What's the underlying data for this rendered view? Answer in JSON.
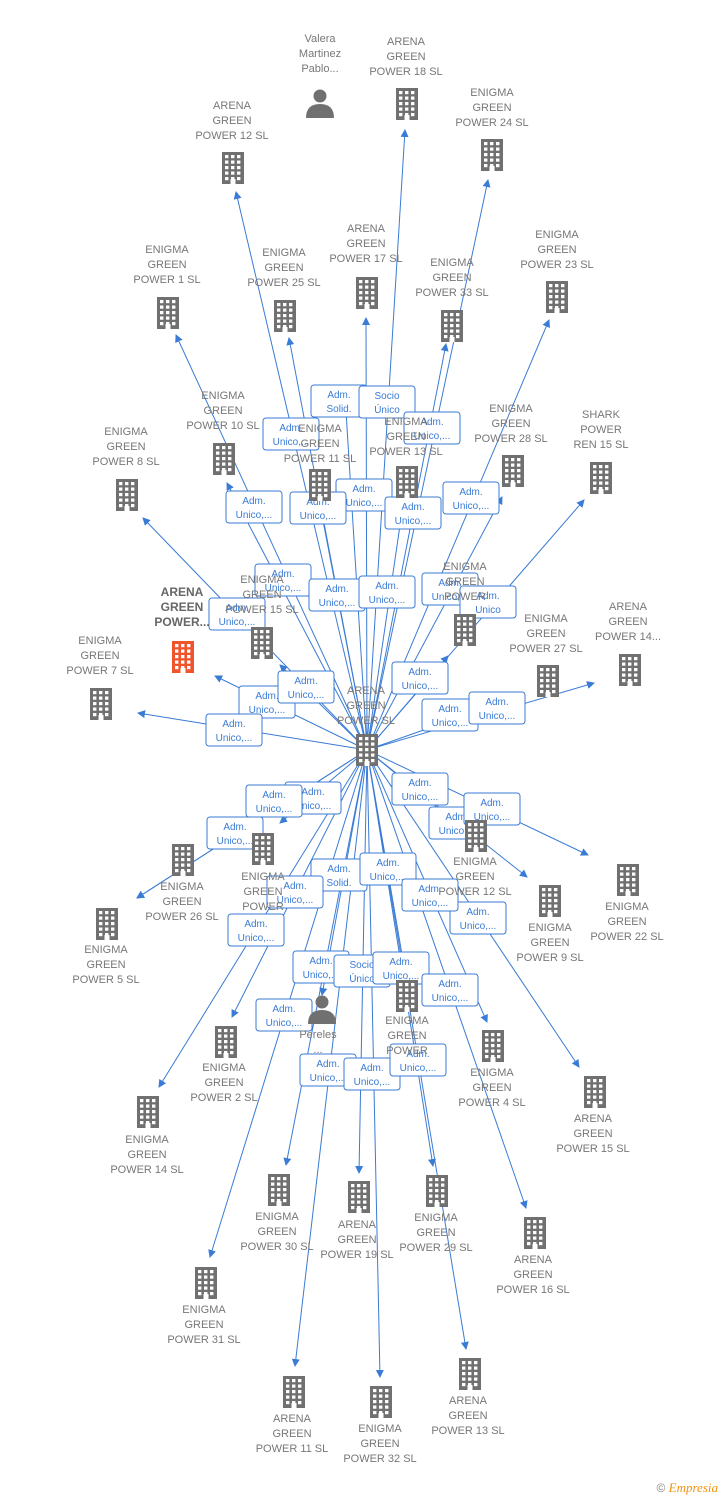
{
  "colors": {
    "edge": "#3a7bd5",
    "node": "#707070",
    "highlight": "#f0542a"
  },
  "center": {
    "label": [
      "ARENA",
      "GREEN",
      "POWER  SL"
    ]
  },
  "nodes": [
    {
      "id": "n-valera",
      "type": "person",
      "label": [
        "Valera",
        "Martinez",
        "Pablo..."
      ]
    },
    {
      "id": "n-ag18",
      "type": "company",
      "label": [
        "ARENA",
        "GREEN",
        "POWER 18  SL"
      ]
    },
    {
      "id": "n-eg24",
      "type": "company",
      "label": [
        "ENIGMA",
        "GREEN",
        "POWER 24  SL"
      ]
    },
    {
      "id": "n-ag12",
      "type": "company",
      "label": [
        "ARENA",
        "GREEN",
        "POWER 12  SL"
      ]
    },
    {
      "id": "n-ag17",
      "type": "company",
      "label": [
        "ARENA",
        "GREEN",
        "POWER 17  SL"
      ]
    },
    {
      "id": "n-eg23",
      "type": "company",
      "label": [
        "ENIGMA",
        "GREEN",
        "POWER 23  SL"
      ]
    },
    {
      "id": "n-eg1",
      "type": "company",
      "label": [
        "ENIGMA",
        "GREEN",
        "POWER 1  SL"
      ]
    },
    {
      "id": "n-eg25",
      "type": "company",
      "label": [
        "ENIGMA",
        "GREEN",
        "POWER 25  SL"
      ]
    },
    {
      "id": "n-eg33",
      "type": "company",
      "label": [
        "ENIGMA",
        "GREEN",
        "POWER 33  SL"
      ]
    },
    {
      "id": "n-eg10",
      "type": "company",
      "label": [
        "ENIGMA",
        "GREEN",
        "POWER 10  SL"
      ]
    },
    {
      "id": "n-eg11",
      "type": "company",
      "label": [
        "ENIGMA",
        "GREEN",
        "POWER 11  SL"
      ]
    },
    {
      "id": "n-eg13",
      "type": "company",
      "label": [
        "ENIGMA",
        "GREEN",
        "POWER 13  SL"
      ]
    },
    {
      "id": "n-eg28",
      "type": "company",
      "label": [
        "ENIGMA",
        "GREEN",
        "POWER 28  SL"
      ]
    },
    {
      "id": "n-shark",
      "type": "company",
      "label": [
        "SHARK",
        "POWER",
        "REN 15  SL"
      ]
    },
    {
      "id": "n-eg8",
      "type": "company",
      "label": [
        "ENIGMA",
        "GREEN",
        "POWER 8  SL"
      ]
    },
    {
      "id": "n-agpower",
      "type": "company",
      "highlight": true,
      "label": [
        "ARENA",
        "GREEN",
        "POWER..."
      ]
    },
    {
      "id": "n-eg15",
      "type": "company",
      "label": [
        "ENIGMA",
        "GREEN",
        "POWER 15  SL"
      ]
    },
    {
      "id": "n-eg-r",
      "type": "company",
      "label": [
        "ENIGMA",
        "GREEN",
        "POWER"
      ]
    },
    {
      "id": "n-eg7",
      "type": "company",
      "label": [
        "ENIGMA",
        "GREEN",
        "POWER 7  SL"
      ]
    },
    {
      "id": "n-eg27",
      "type": "company",
      "label": [
        "ENIGMA",
        "GREEN",
        "POWER 27  SL"
      ]
    },
    {
      "id": "n-ag14r",
      "type": "company",
      "label": [
        "ARENA",
        "GREEN",
        "POWER 14..."
      ]
    },
    {
      "id": "n-eg26",
      "type": "company",
      "label": [
        "ENIGMA",
        "GREEN",
        "POWER 26  SL"
      ]
    },
    {
      "id": "n-eg-m",
      "type": "company",
      "label": [
        "ENIGMA",
        "GREEN",
        "POWER"
      ]
    },
    {
      "id": "n-eg12",
      "type": "company",
      "label": [
        "ENIGMA",
        "GREEN",
        "POWER 12  SL"
      ]
    },
    {
      "id": "n-eg9",
      "type": "company",
      "label": [
        "ENIGMA",
        "GREEN",
        "POWER 9  SL"
      ]
    },
    {
      "id": "n-eg22",
      "type": "company",
      "label": [
        "ENIGMA",
        "GREEN",
        "POWER 22  SL"
      ]
    },
    {
      "id": "n-eg5",
      "type": "company",
      "label": [
        "ENIGMA",
        "GREEN",
        "POWER 5  SL"
      ]
    },
    {
      "id": "n-pereles",
      "type": "person",
      "label": [
        "Pereles",
        "..."
      ]
    },
    {
      "id": "n-eg-c",
      "type": "company",
      "label": [
        "ENIGMA",
        "GREEN",
        "POWER"
      ]
    },
    {
      "id": "n-eg2",
      "type": "company",
      "label": [
        "ENIGMA",
        "GREEN",
        "POWER 2  SL"
      ]
    },
    {
      "id": "n-eg4",
      "type": "company",
      "label": [
        "ENIGMA",
        "GREEN",
        "POWER 4  SL"
      ]
    },
    {
      "id": "n-eg14",
      "type": "company",
      "label": [
        "ENIGMA",
        "GREEN",
        "POWER 14  SL"
      ]
    },
    {
      "id": "n-ag15",
      "type": "company",
      "label": [
        "ARENA",
        "GREEN",
        "POWER 15  SL"
      ]
    },
    {
      "id": "n-eg30",
      "type": "company",
      "label": [
        "ENIGMA",
        "GREEN",
        "POWER 30  SL"
      ]
    },
    {
      "id": "n-ag19",
      "type": "company",
      "label": [
        "ARENA",
        "GREEN",
        "POWER 19  SL"
      ]
    },
    {
      "id": "n-eg29",
      "type": "company",
      "label": [
        "ENIGMA",
        "GREEN",
        "POWER 29  SL"
      ]
    },
    {
      "id": "n-ag16",
      "type": "company",
      "label": [
        "ARENA",
        "GREEN",
        "POWER 16  SL"
      ]
    },
    {
      "id": "n-eg31",
      "type": "company",
      "label": [
        "ENIGMA",
        "GREEN",
        "POWER 31  SL"
      ]
    },
    {
      "id": "n-ag11",
      "type": "company",
      "label": [
        "ARENA",
        "GREEN",
        "POWER 11  SL"
      ]
    },
    {
      "id": "n-eg32",
      "type": "company",
      "label": [
        "ENIGMA",
        "GREEN",
        "POWER 32  SL"
      ]
    },
    {
      "id": "n-ag13",
      "type": "company",
      "label": [
        "ARENA",
        "GREEN",
        "POWER 13  SL"
      ]
    }
  ],
  "edges": [
    {
      "from": "center",
      "to": "n-valera",
      "label": [
        "Adm.",
        "Solid."
      ]
    },
    {
      "from": "center",
      "to": "n-ag18",
      "label": [
        "Socio",
        "Único"
      ]
    },
    {
      "from": "center",
      "to": "n-eg24",
      "label": [
        "Adm.",
        "Unico,..."
      ]
    },
    {
      "from": "center",
      "to": "n-ag12",
      "label": [
        "Adm.",
        "Unico,..."
      ]
    },
    {
      "from": "center",
      "to": "n-ag17",
      "label": [
        "Adm.",
        "Unico,..."
      ]
    },
    {
      "from": "center",
      "to": "n-eg23",
      "label": [
        "Adm.",
        "Unico,..."
      ]
    },
    {
      "from": "center",
      "to": "n-eg1",
      "label": [
        "Adm.",
        "Unico,..."
      ]
    },
    {
      "from": "center",
      "to": "n-eg25",
      "label": [
        "Adm.",
        "Unico,..."
      ]
    },
    {
      "from": "center",
      "to": "n-eg33",
      "label": [
        "Adm.",
        "Unico,..."
      ]
    },
    {
      "from": "center",
      "to": "n-eg10",
      "label": [
        "Adm.",
        "Unico,..."
      ]
    },
    {
      "from": "center",
      "to": "n-eg11",
      "label": [
        "Adm.",
        "Unico,..."
      ]
    },
    {
      "from": "center",
      "to": "n-eg13",
      "label": [
        "Adm.",
        "Unico,..."
      ]
    },
    {
      "from": "center",
      "to": "n-eg28",
      "label": [
        "Adm.",
        "Unico,..."
      ]
    },
    {
      "from": "center",
      "to": "n-shark",
      "label": [
        "Adm.",
        "Unico"
      ]
    },
    {
      "from": "center",
      "to": "n-eg8",
      "label": [
        "Adm.",
        "Unico,..."
      ]
    },
    {
      "from": "center",
      "to": "n-agpower",
      "label": [
        "Adm.",
        "Unico,..."
      ]
    },
    {
      "from": "center",
      "to": "n-eg15",
      "label": [
        "Adm.",
        "Unico,..."
      ]
    },
    {
      "from": "center",
      "to": "n-eg-r",
      "label": [
        "Adm.",
        "Unico,..."
      ]
    },
    {
      "from": "center",
      "to": "n-eg7",
      "label": [
        "Adm.",
        "Unico,..."
      ]
    },
    {
      "from": "center",
      "to": "n-eg27",
      "label": [
        "Adm.",
        "Unico,..."
      ]
    },
    {
      "from": "center",
      "to": "n-ag14r",
      "label": [
        "Adm.",
        "Unico,..."
      ]
    },
    {
      "from": "center",
      "to": "n-eg26",
      "label": [
        "Adm.",
        "Unico,..."
      ]
    },
    {
      "from": "center",
      "to": "n-eg-m",
      "label": [
        "Adm.",
        "Unico,..."
      ]
    },
    {
      "from": "center",
      "to": "n-eg12",
      "label": [
        "Adm.",
        "Unico,..."
      ]
    },
    {
      "from": "center",
      "to": "n-eg9",
      "label": [
        "Adm.",
        "Unico,..."
      ]
    },
    {
      "from": "center",
      "to": "n-eg22",
      "label": [
        "Adm.",
        "Unico,..."
      ]
    },
    {
      "from": "center",
      "to": "n-eg5",
      "label": [
        "Adm.",
        "Unico,..."
      ]
    },
    {
      "from": "center",
      "to": "n-pereles",
      "label": [
        "Adm.",
        "Solid."
      ]
    },
    {
      "from": "center",
      "to": "n-eg-c",
      "label": [
        "Adm.",
        "Unico,..."
      ]
    },
    {
      "from": "center",
      "to": "n-eg2",
      "label": [
        "Adm.",
        "Unico,..."
      ]
    },
    {
      "from": "center",
      "to": "n-eg4",
      "label": [
        "Adm.",
        "Unico,..."
      ]
    },
    {
      "from": "center",
      "to": "n-eg14",
      "label": [
        "Adm.",
        "Unico,..."
      ]
    },
    {
      "from": "center",
      "to": "n-ag15",
      "label": [
        "Adm.",
        "Unico,..."
      ]
    },
    {
      "from": "center",
      "to": "n-eg30",
      "label": [
        "Adm.",
        "Unico,..."
      ]
    },
    {
      "from": "center",
      "to": "n-ag19",
      "label": [
        "Socio",
        "Único"
      ]
    },
    {
      "from": "center",
      "to": "n-eg29",
      "label": [
        "Adm.",
        "Unico,..."
      ]
    },
    {
      "from": "center",
      "to": "n-ag16",
      "label": [
        "Adm.",
        "Unico,..."
      ]
    },
    {
      "from": "center",
      "to": "n-eg31",
      "label": [
        "Adm.",
        "Unico,..."
      ]
    },
    {
      "from": "center",
      "to": "n-ag11",
      "label": [
        "Adm.",
        "Unico,..."
      ]
    },
    {
      "from": "center",
      "to": "n-eg32",
      "label": [
        "Adm.",
        "Unico,..."
      ]
    },
    {
      "from": "center",
      "to": "n-ag13",
      "label": [
        "Adm.",
        "Unico,..."
      ]
    }
  ],
  "footer": {
    "copyright": "©",
    "brand": "Empresia"
  }
}
